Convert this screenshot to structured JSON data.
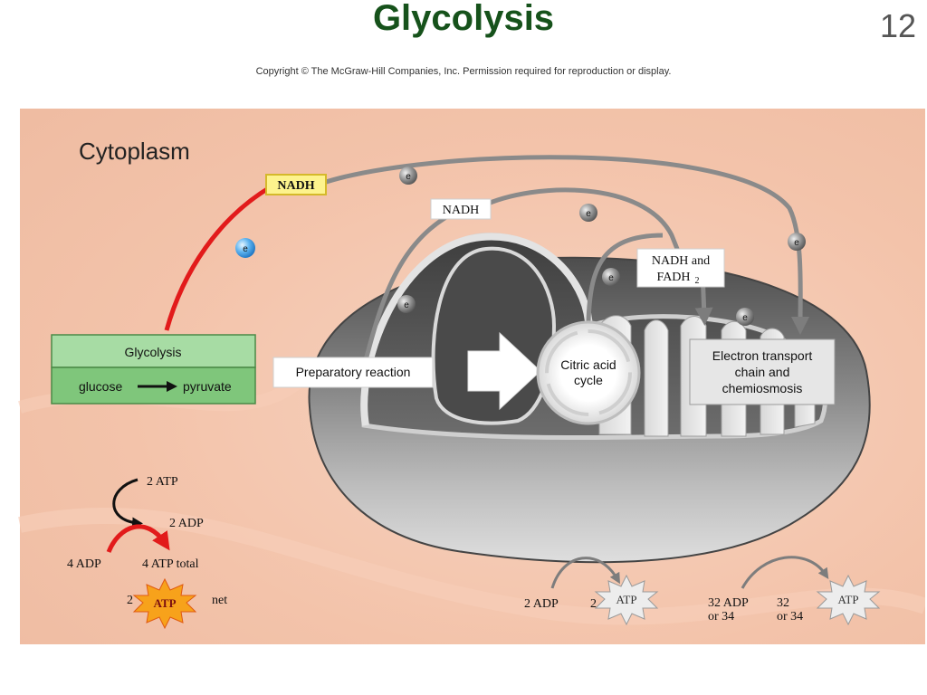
{
  "slide": {
    "title": "Glycolysis",
    "number": "12",
    "copyright": "Copyright © The McGraw-Hill Companies, Inc. Permission required for reproduction or display."
  },
  "diagram": {
    "region_label": "Cytoplasm",
    "electron_label": "e",
    "nadh_top": "NADH",
    "nadh_mid": "NADH",
    "nadh_fadh_line1": "NADH and",
    "nadh_fadh_line2": "FADH",
    "nadh_fadh_sub": "2",
    "glycolysis_label": "Glycolysis",
    "glucose_label": "glucose",
    "pyruvate_label": "pyruvate",
    "preparatory_label": "Preparatory reaction",
    "citric_line1": "Citric acid",
    "citric_line2": "cycle",
    "etc_line1": "Electron transport",
    "etc_line2": "chain and",
    "etc_line3": "chemiosmosis",
    "glyc_atp_in": "2 ATP",
    "glyc_adp_out": "2 ADP",
    "glyc_adp_in": "4 ADP",
    "glyc_atp_total": "4 ATP total",
    "glyc_net_count": "2",
    "atp_label": "ATP",
    "net_label": "net",
    "cac_adp": "2 ADP",
    "cac_count": "2",
    "etc_adp_line1": "32 ADP",
    "etc_adp_line2": "or 34",
    "etc_count_line1": "32",
    "etc_count_line2": "or 34"
  },
  "colors": {
    "title": "#16521b",
    "cytoplasm": "#f3c4ab",
    "glycolysis_box": "#8ed08c",
    "red_arrow": "#e21b1b",
    "nadh_highlight": "#fdf38d",
    "mito_shell": "#6f6f6f"
  }
}
